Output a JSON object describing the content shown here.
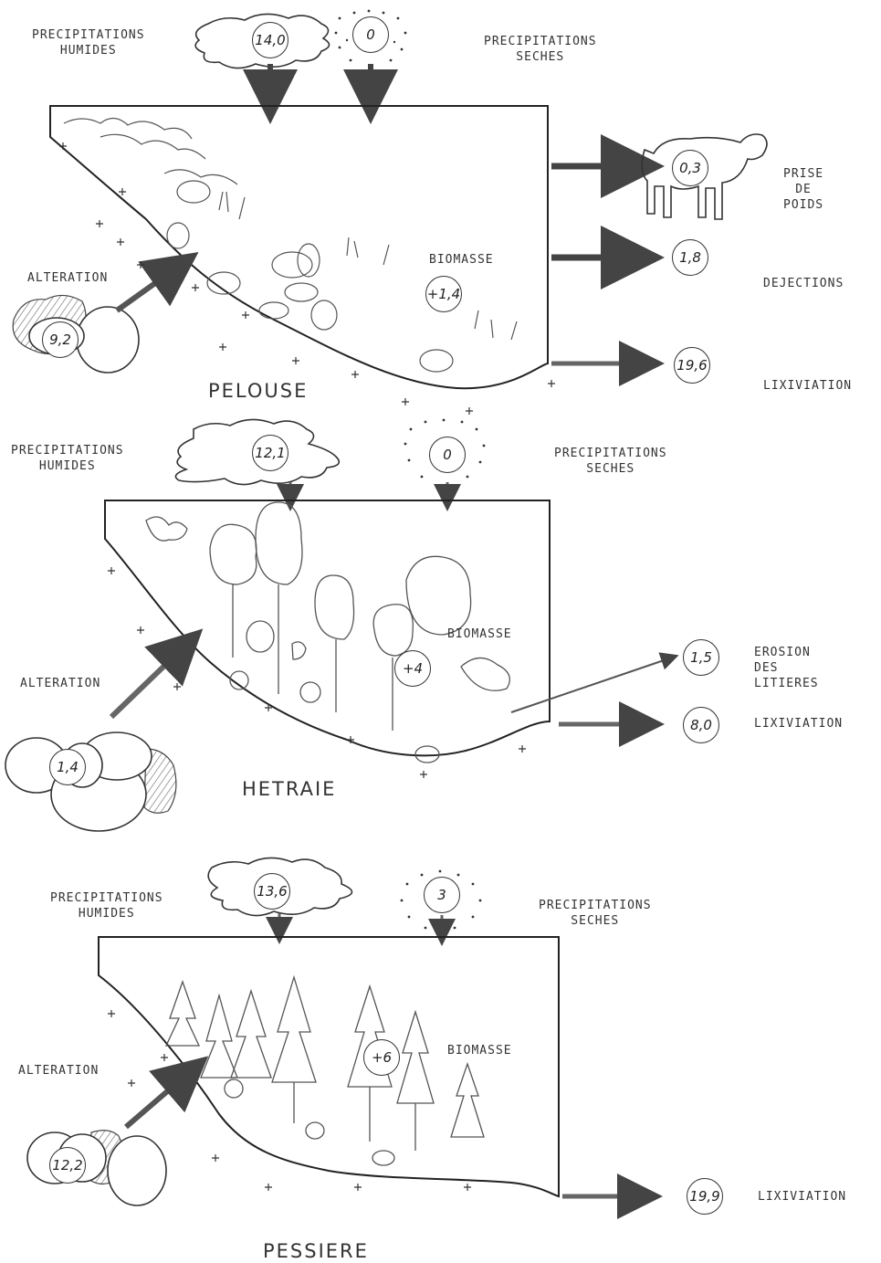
{
  "panels": [
    {
      "name": "PELOUSE",
      "wet_label": "PRECIPITATIONS\nHUMIDES",
      "wet_value": "14,0",
      "dry_label": "PRECIPITATIONS\nSECHES",
      "dry_value": "0",
      "alteration_label": "ALTERATION",
      "alteration_value": "9,2",
      "biomass_label": "BIOMASSE",
      "biomass_value": "+1,4",
      "outputs": [
        {
          "label": "PRISE\nDE\nPOIDS",
          "value": "0,3"
        },
        {
          "label": "DEJECTIONS",
          "value": "1,8"
        },
        {
          "label": "LIXIVIATION",
          "value": "19,6"
        }
      ]
    },
    {
      "name": "HETRAIE",
      "wet_label": "PRECIPITATIONS\nHUMIDES",
      "wet_value": "12,1",
      "dry_label": "PRECIPITATIONS\nSECHES",
      "dry_value": "0",
      "alteration_label": "ALTERATION",
      "alteration_value": "1,4",
      "biomass_label": "BIOMASSE",
      "biomass_value": "+4",
      "outputs": [
        {
          "label": "EROSION\nDES\nLITIERES",
          "value": "1,5"
        },
        {
          "label": "LIXIVIATION",
          "value": "8,0"
        }
      ]
    },
    {
      "name": "PESSIERE",
      "wet_label": "PRECIPITATIONS\nHUMIDES",
      "wet_value": "13,6",
      "dry_label": "PRECIPITATIONS\nSECHES",
      "dry_value": "3",
      "alteration_label": "ALTERATION",
      "alteration_value": "12,2",
      "biomass_label": "BIOMASSE",
      "biomass_value": "+6",
      "outputs": [
        {
          "label": "LIXIVIATION",
          "value": "19,9"
        }
      ]
    }
  ]
}
